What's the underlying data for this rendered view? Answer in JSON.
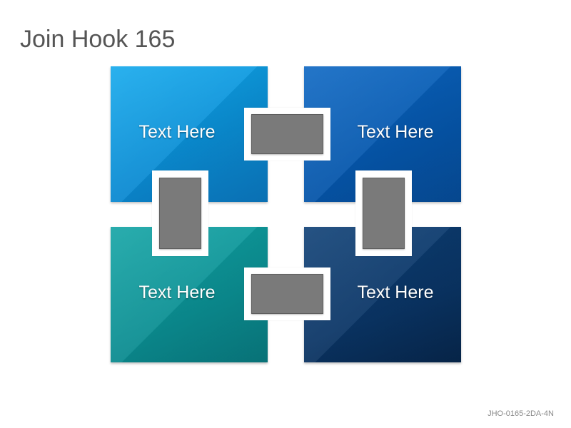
{
  "title": "Join Hook 165",
  "footer_code": "JHO-0165-2DA-4N",
  "tiles": [
    {
      "label": "Text Here",
      "color": "#0a8fd6"
    },
    {
      "label": "Text Here",
      "color": "#0557ad"
    },
    {
      "label": "Text Here",
      "color": "#0b8f93"
    },
    {
      "label": "Text Here",
      "color": "#0a3566"
    }
  ],
  "connector_color": "#7a7a7a"
}
